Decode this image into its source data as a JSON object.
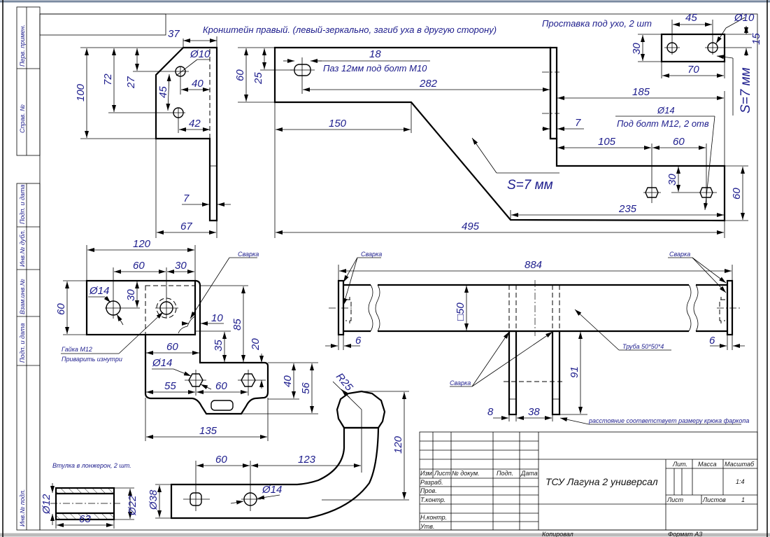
{
  "side_stamp": [
    "Перв. примен.",
    "Справ. №",
    "Подп. и дата",
    "Инв.№ дубл.",
    "Взам.инв.№",
    "Подп. и дата",
    "Инв.№ подл."
  ],
  "bracket_title": "Кронштейн правый. (левый-зеркально, загиб уха в другую сторону)",
  "spacer_title": "Проставка под ухо, 2 шт",
  "side_view": {
    "dims": [
      "37",
      "Ø10",
      "100",
      "72",
      "27",
      "45",
      "40",
      "42",
      "7",
      "67"
    ]
  },
  "bracket": {
    "dims": [
      "18",
      "Паз 12мм под болт М10",
      "60",
      "25",
      "282",
      "150",
      "S=7 мм",
      "495",
      "235",
      "185",
      "7",
      "105",
      "60",
      "30",
      "60",
      "Ø14",
      "Под болт М12, 2 отв"
    ]
  },
  "spacer": {
    "dims": [
      "45",
      "Ø10",
      "30",
      "15",
      "70",
      "S=7 мм"
    ]
  },
  "plates": {
    "dims": [
      "120",
      "60",
      "30",
      "60",
      "Ø14",
      "30",
      "10",
      "85",
      "35",
      "20",
      "60",
      "Ø14",
      "55",
      "60",
      "40",
      "56",
      "135"
    ],
    "weld": "Сварка",
    "nut": "Гайка М12",
    "nut_note": "Приварить изнутри"
  },
  "tube": {
    "dims": [
      "884",
      "□50",
      "6",
      "6",
      "91",
      "8",
      "38"
    ],
    "weld": [
      "Сварка",
      "Сварка",
      "Сварка"
    ],
    "tube_label": "Труба 50*50*4",
    "note": "расстояние соответствует размеру крюка фаркопа"
  },
  "hitch": {
    "dims": [
      "60",
      "123",
      "120",
      "Ø38",
      "Ø14",
      "R25"
    ]
  },
  "bushing": {
    "title": "Втулка в лонжерон, 2 шт.",
    "dims": [
      "Ø12",
      "Ø22",
      "63"
    ]
  },
  "title_block": {
    "headers": [
      "Изм",
      "Лист",
      "№ докум.",
      "Подп.",
      "Дата"
    ],
    "roles": [
      "Разраб.",
      "Пров.",
      "Т.контр.",
      "Н.контр.",
      "Утв."
    ],
    "name": "ТСУ Лагуна 2 универсал",
    "lit": "Лит.",
    "mass": "Масса",
    "scale_label": "Масштаб",
    "scale": "1:4",
    "sheet": "Лист",
    "sheets": "Листов",
    "sheets_value": "1",
    "copied": "Копировал",
    "format": "Формат  А3"
  }
}
